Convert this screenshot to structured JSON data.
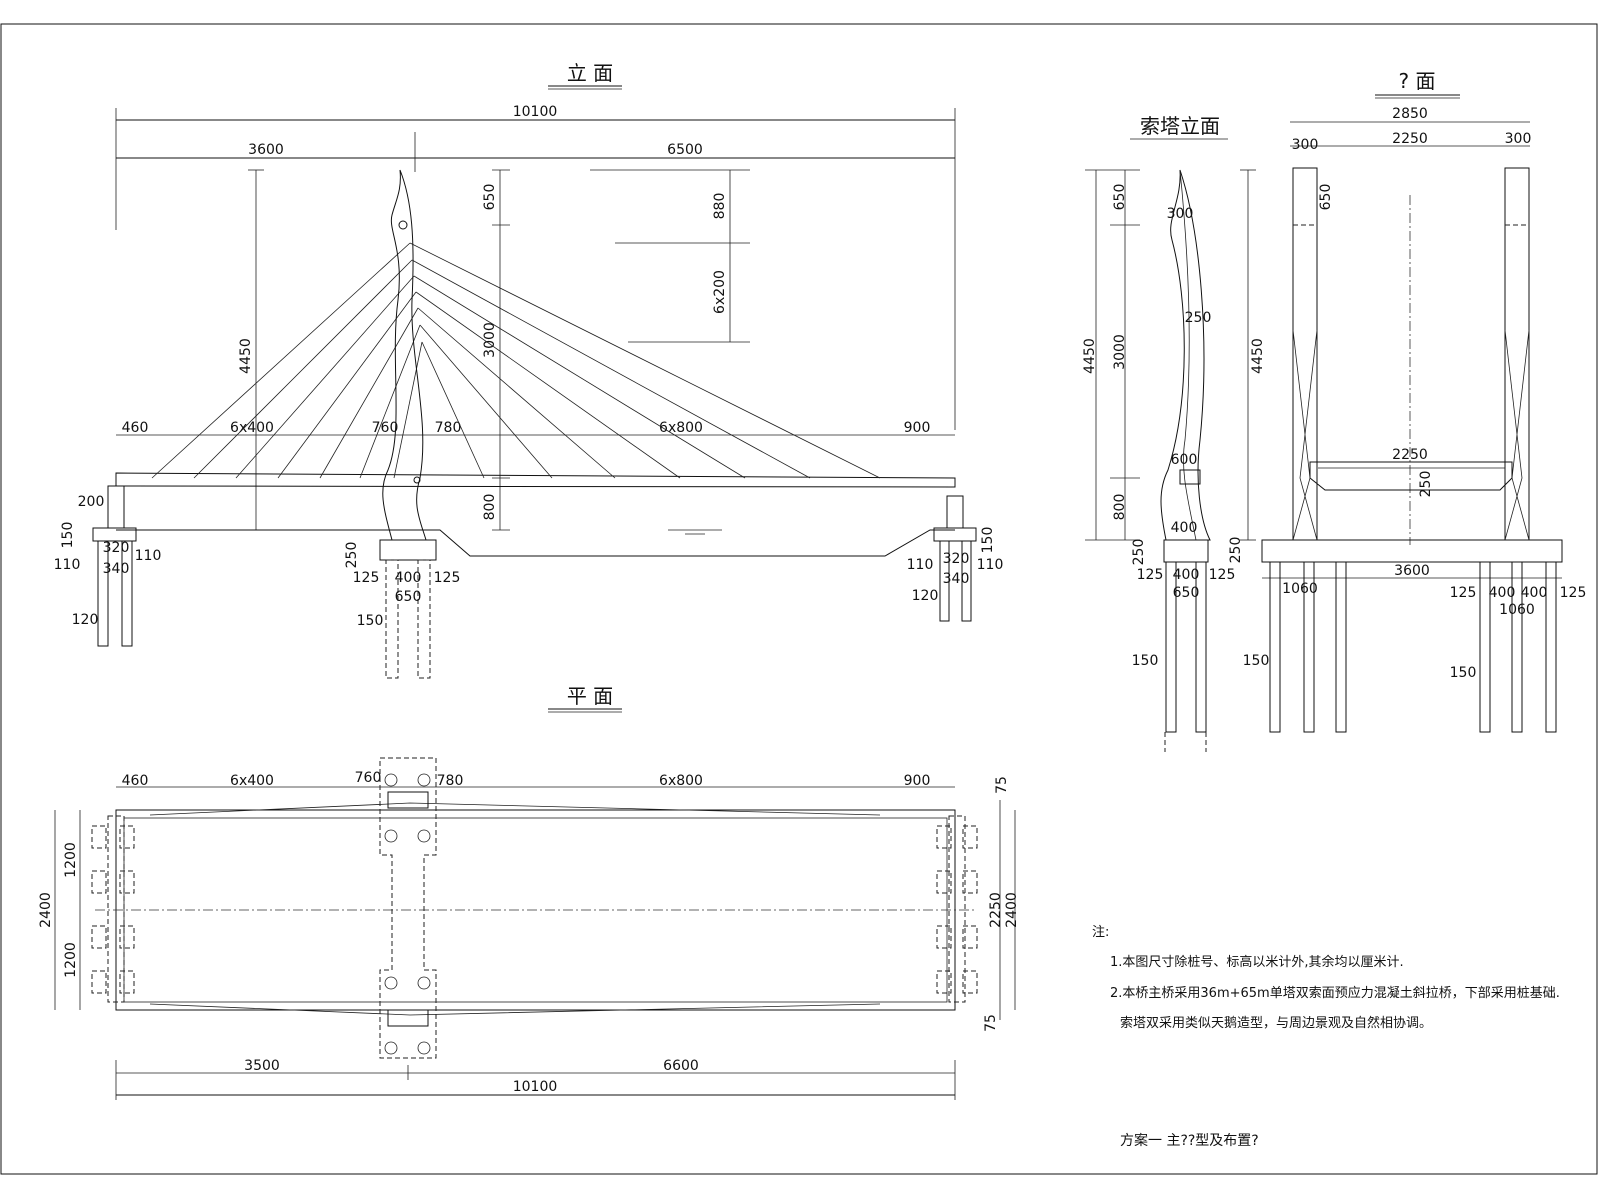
{
  "views": {
    "elevation_title": "立 面",
    "plan_title": "平 面",
    "section_title": "? 面",
    "tower_title": "索塔立面"
  },
  "elevation": {
    "total": "10100",
    "left_span": "3600",
    "right_span": "6500",
    "tower_height": "4450",
    "h650": "650",
    "h3000": "3000",
    "h800": "800",
    "stay_top": "880",
    "stay_mid": "6x200",
    "d460": "460",
    "d6x400": "6x400",
    "d760": "760",
    "d780": "780",
    "d6x800": "6x800",
    "d900": "900",
    "abut_200": "200",
    "abut_150": "150",
    "abut_320": "320",
    "abut_110a": "110",
    "abut_340": "340",
    "abut_110b": "110",
    "abut_120": "120",
    "pier_250": "250",
    "pier_125a": "125",
    "pier_400": "400",
    "pier_125b": "125",
    "pier_650": "650",
    "pier_150": "150",
    "rabut_110a": "110",
    "rabut_320": "320",
    "rabut_110b": "110",
    "rabut_340": "340",
    "rabut_120": "120",
    "rabut_150": "150"
  },
  "plan": {
    "d460": "460",
    "d6x400": "6x400",
    "d760": "760",
    "d780": "780",
    "d6x800": "6x800",
    "d900": "900",
    "w2400_left": "2400",
    "w1200a": "1200",
    "w1200b": "1200",
    "w75_top": "75",
    "w2250": "2250",
    "w2400_right": "2400",
    "w75_bot": "75",
    "b3500": "3500",
    "b6600": "6600",
    "b10100": "10100"
  },
  "tower": {
    "h650": "650",
    "h3000": "3000",
    "h4450": "4450",
    "h800": "800",
    "w300": "300",
    "w250": "250",
    "w600": "600",
    "w400": "400",
    "f250": "250",
    "f125a": "125",
    "f400": "400",
    "f125b": "125",
    "f650": "650",
    "f150": "150"
  },
  "section": {
    "w2850": "2850",
    "w300a": "300",
    "w2250": "2250",
    "w300b": "300",
    "h650": "650",
    "h4450": "4450",
    "deck2250": "2250",
    "deck250": "250",
    "f250": "250",
    "f3600": "3600",
    "f1060a": "1060",
    "f125a": "125",
    "f400a": "400",
    "f400b": "400",
    "f125b": "125",
    "f1060b": "1060",
    "p150a": "150",
    "p150b": "150"
  },
  "notes": {
    "heading": "注:",
    "line1": "1.本图尺寸除桩号、标高以米计外,其余均以厘米计.",
    "line2": "2.本桥主桥采用36m+65m单塔双索面预应力混凝土斜拉桥，下部采用桩基础.",
    "line3": "索塔双采用类似天鹅造型，与周边景观及自然相协调。"
  },
  "title_block": {
    "label": "方案一  主??型及布置?"
  }
}
